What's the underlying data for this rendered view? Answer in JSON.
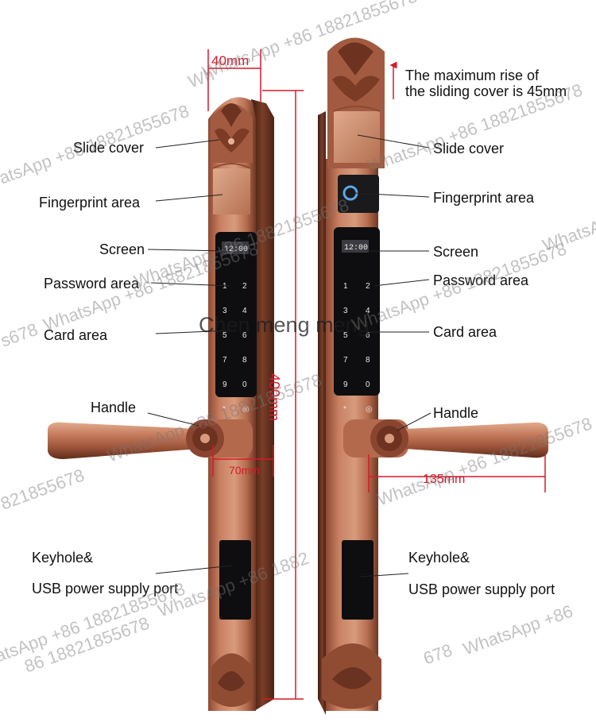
{
  "dimensions": {
    "slide_width": "40mm",
    "rise_note_line1": "The maximum rise of",
    "rise_note_line2": "the sliding cover is 45mm",
    "lock_length": "400mm",
    "handle_depth": "70mm",
    "handle_length": "135mm"
  },
  "left_lock_labels": {
    "slide_cover": "Slide cover",
    "fingerprint_area": "Fingerprint area",
    "screen": "Screen",
    "password_area": "Password area",
    "card_area": "Card area",
    "handle": "Handle",
    "keyhole_line1": "Keyhole&",
    "keyhole_line2": "USB power supply port"
  },
  "right_lock_labels": {
    "slide_cover": "Slide cover",
    "fingerprint_area": "Fingerprint area",
    "screen": "Screen",
    "password_area": "Password area",
    "card_area": "Card area",
    "handle": "Handle",
    "keyhole_line1": "Keyhole&",
    "keyhole_line2": "USB power supply port"
  },
  "screen_time": "12:00",
  "keypad_keys": [
    "1",
    "2",
    "3",
    "4",
    "5",
    "6",
    "7",
    "8",
    "9",
    "0",
    "*",
    "◎"
  ],
  "brand_text": "Chen meng meng",
  "watermarks": [
    "WhatsApp +86 18821855678",
    "WhatsApp +86 18821855678",
    "atsApp +86 18821855678",
    "WhatsApp +86 18821855678",
    "WhatsApp +86 18821855678",
    "WhatsApp +86 18821855678",
    "WhatsApp +86 18821855678",
    "WhatsApp +86 18821855678",
    "WhatsApp +86 18821855678",
    "86 18821855678",
    "WhatsApp +86 1882",
    "WhatsApp +86",
    "678",
    "Wh",
    "s678",
    "821855678",
    "WhatsA"
  ],
  "colors": {
    "bronze_dark": "#6b3520",
    "bronze_mid": "#b36a4c",
    "bronze_light": "#d79a7c",
    "panel_black": "#0e0e10",
    "dimension_red": "#d7192a"
  }
}
